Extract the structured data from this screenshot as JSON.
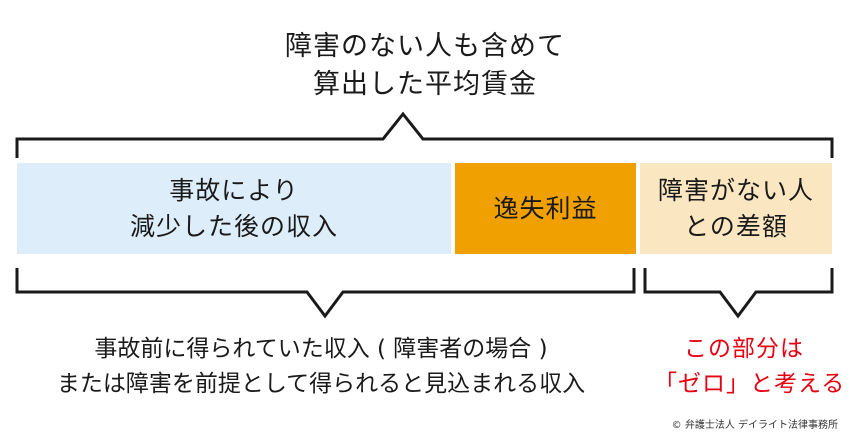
{
  "top_caption": {
    "line1": "障害のない人も含めて",
    "line2": "算出した平均賃金"
  },
  "boxes": {
    "reduced_income": {
      "line1": "事故により",
      "line2": "減少した後の収入",
      "color": "#ddeefa"
    },
    "lost_profit": {
      "label": "逸失利益",
      "color": "#f0a000"
    },
    "difference": {
      "line1": "障害がない人",
      "line2": "との差額",
      "color": "#fbe6c2"
    }
  },
  "bottom_caption": {
    "line1": "事故前に得られていた収入 ( 障害者の場合 )",
    "line2": "または障害を前提として得られると見込まれる収入"
  },
  "zero_caption": {
    "line1": "この部分は",
    "line2": "「ゼロ」と考える",
    "color": "#e60012"
  },
  "copyright": "© 弁護士法人 デイライト法律事務所",
  "colors": {
    "bracket": "#1a1a1a",
    "text": "#1a1a1a"
  }
}
